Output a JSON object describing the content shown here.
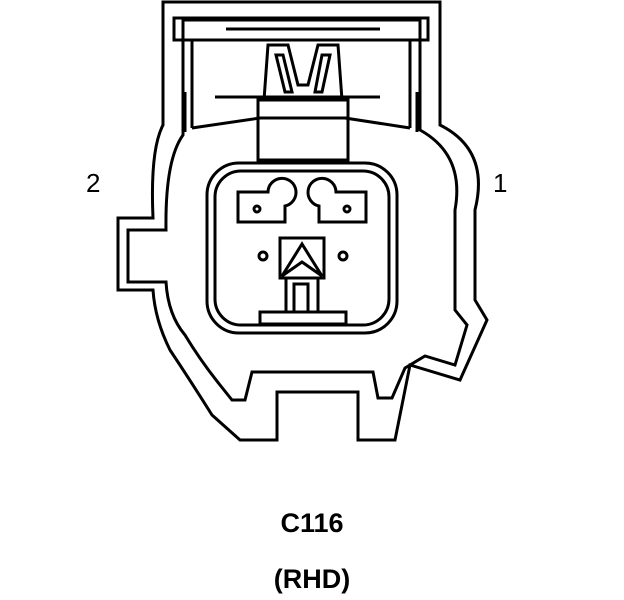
{
  "pins": {
    "left": "2",
    "right": "1"
  },
  "connector": {
    "id": "C116",
    "variant": "(RHD)"
  }
}
